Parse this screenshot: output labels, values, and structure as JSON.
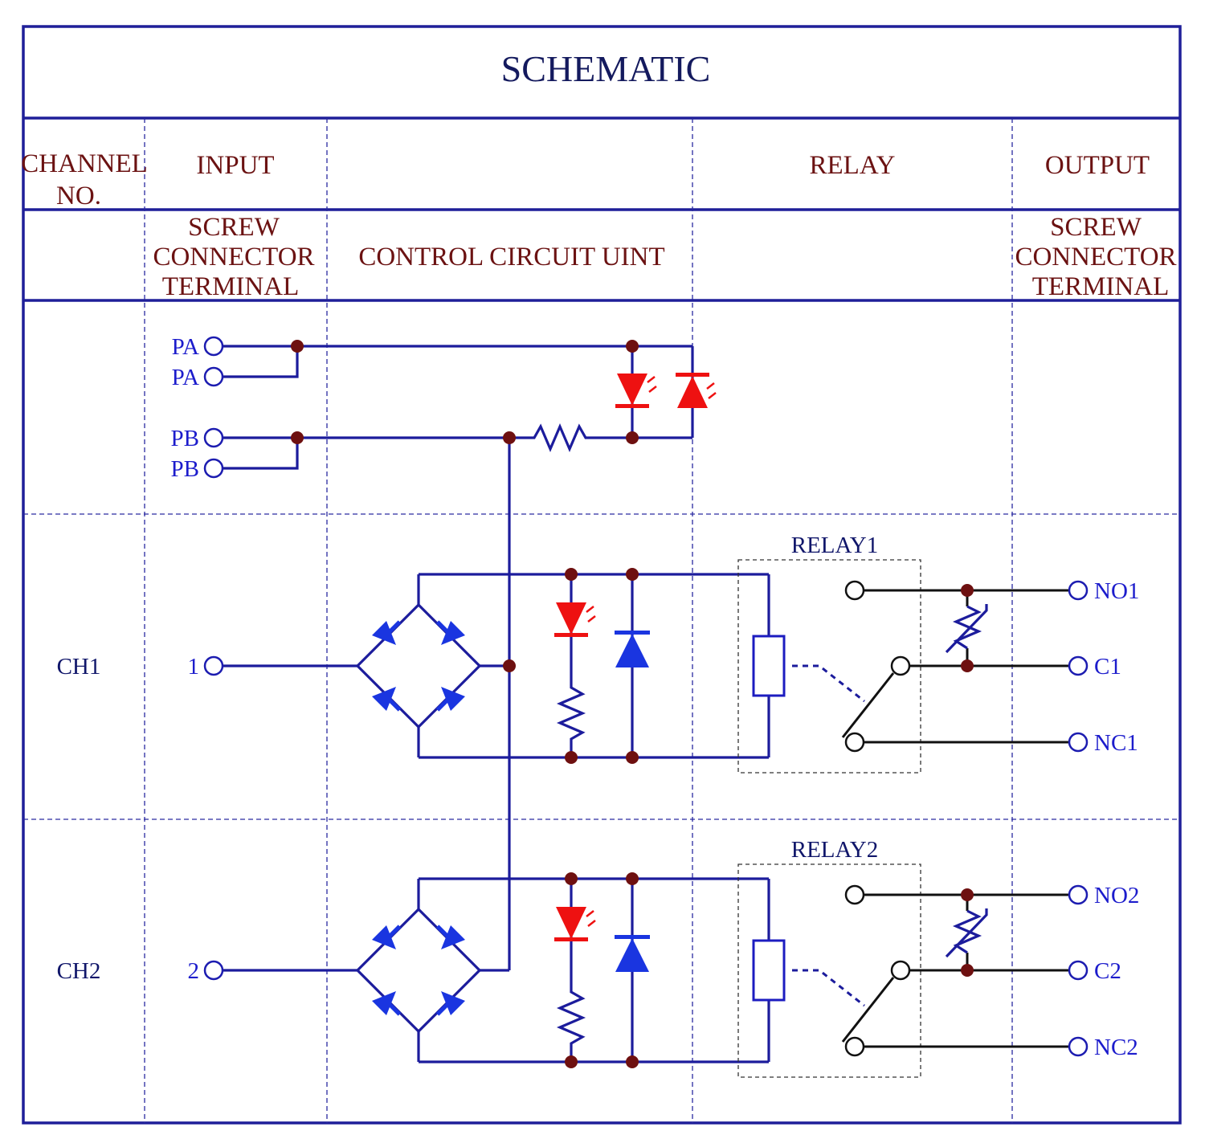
{
  "title": "SCHEMATIC",
  "headers": {
    "channel_line1": "CHANNEL",
    "channel_line2": "NO.",
    "input": "INPUT",
    "relay": "RELAY",
    "output": "OUTPUT",
    "input_sub_line1": "SCREW",
    "input_sub_line2": "CONNECTOR",
    "input_sub_line3": "TERMINAL",
    "control": "CONTROL CIRCUIT UINT",
    "output_sub_line1": "SCREW",
    "output_sub_line2": "CONNECTOR",
    "output_sub_line3": "TERMINAL"
  },
  "power_terminals": {
    "pa1": "PA",
    "pa2": "PA",
    "pb1": "PB",
    "pb2": "PB"
  },
  "channels": [
    {
      "name": "CH1",
      "input_terminal": "1",
      "relay_label": "RELAY1",
      "no": "NO1",
      "c": "C1",
      "nc": "NC1"
    },
    {
      "name": "CH2",
      "input_terminal": "2",
      "relay_label": "RELAY2",
      "no": "NO2",
      "c": "C2",
      "nc": "NC2"
    }
  ],
  "colors": {
    "frame": "#1f1f99",
    "wire_blue": "#1c1c9c",
    "wire_black": "#111111",
    "component_blue": "#1a35e0",
    "led_red": "#ee1111",
    "junction": "#6e1010",
    "header_text": "#6b1212",
    "terminal_text": "#1c1ccc"
  }
}
